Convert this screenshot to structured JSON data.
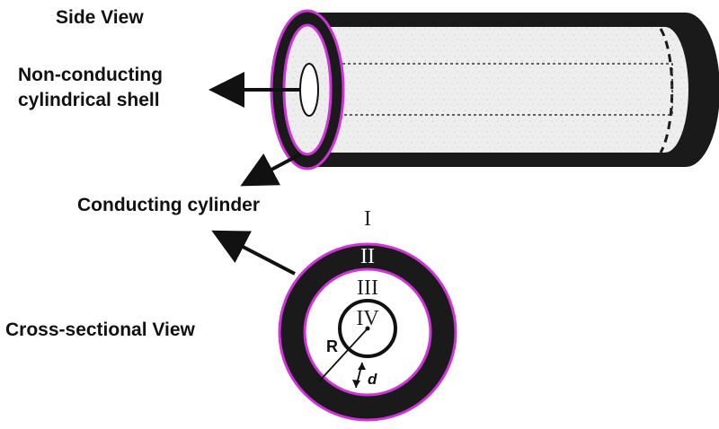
{
  "labels": {
    "side_view": "Side View",
    "shell_line1": "Non-conducting",
    "shell_line2": "cylindrical shell",
    "conducting_cylinder": "Conducting cylinder",
    "cross_section": "Cross-sectional View"
  },
  "regions": {
    "r1": "I",
    "r2": "II",
    "r3": "III",
    "r4": "IV"
  },
  "dimensions": {
    "radius": "R",
    "thickness": "d"
  },
  "colors": {
    "outline": "#d033d8",
    "fill_dark": "#1a1a1a",
    "body_fill": "#ececec"
  }
}
